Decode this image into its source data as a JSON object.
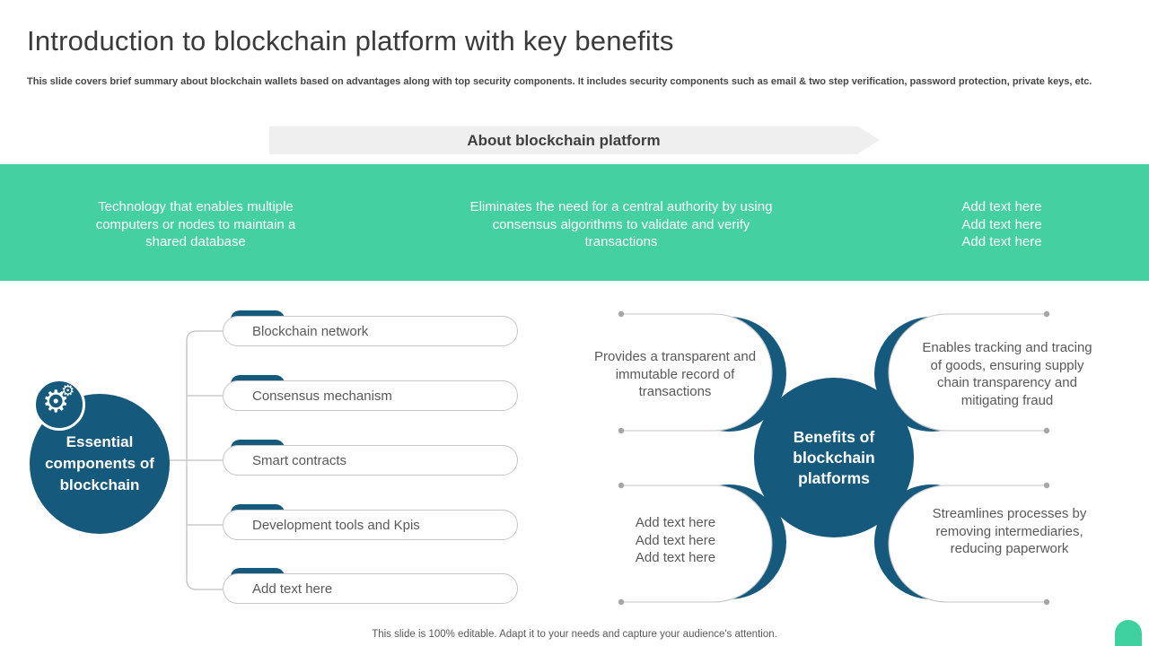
{
  "header": {
    "title": "Introduction to blockchain platform with key benefits",
    "subtitle": "This slide covers brief summary about blockchain wallets based on advantages along with top security components. It includes security components such as email & two step verification, password protection, private keys,  etc."
  },
  "banner": {
    "label": "About blockchain platform"
  },
  "green_band": {
    "col1": "Technology that enables multiple computers or nodes to maintain a shared database",
    "col2": "Eliminates the need for a central authority by using consensus algorithms to validate and verify transactions",
    "col3": "Add text here\nAdd text here\nAdd text here"
  },
  "essential_components": {
    "hub_label": "Essential components of blockchain",
    "hub_icon": "gears-icon",
    "items": [
      {
        "label": "Blockchain network"
      },
      {
        "label": "Consensus mechanism"
      },
      {
        "label": "Smart contracts"
      },
      {
        "label": "Development tools and Kpis"
      },
      {
        "label": "Add text here"
      }
    ]
  },
  "benefits": {
    "hub_label": "Benefits of blockchain platforms",
    "top_left": "Provides a transparent and immutable record of transactions",
    "top_right": "Enables tracking and tracing of goods, ensuring supply chain transparency and mitigating fraud",
    "bottom_left": "Add text here\nAdd text here\nAdd text here",
    "bottom_right": "Streamlines processes by removing intermediaries, reducing paperwork"
  },
  "footer": {
    "note": "This slide is 100% editable. Adapt it to your needs and capture your audience's attention."
  },
  "colors": {
    "accent_green": "#45d0a1",
    "accent_blue": "#15597d",
    "banner_bg": "#efefef",
    "line_gray": "#c0c0c0",
    "text_gray": "#595959"
  }
}
